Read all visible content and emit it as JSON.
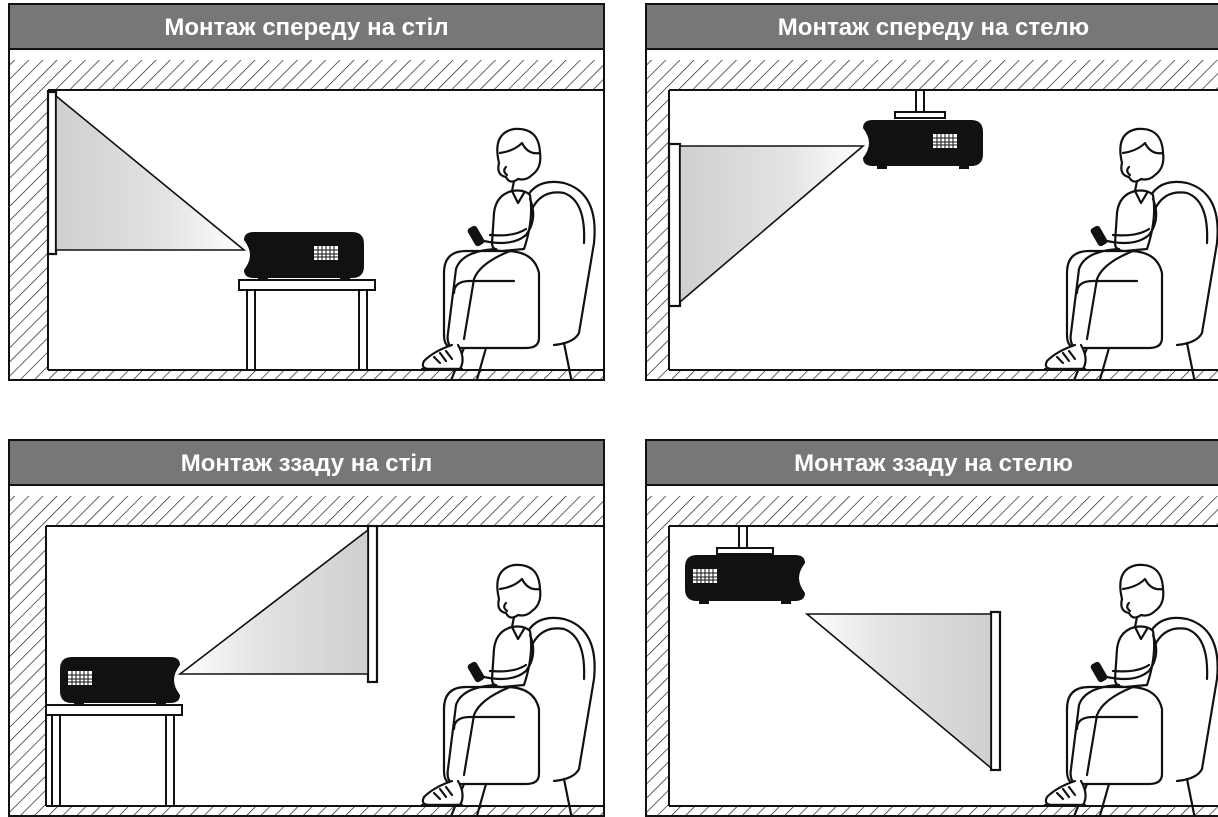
{
  "panels": [
    {
      "id": "front-table",
      "title": "Монтаж спереду на стіл"
    },
    {
      "id": "front-ceiling",
      "title": "Монтаж спереду на стелю"
    },
    {
      "id": "rear-table",
      "title": "Монтаж ззаду на стіл"
    },
    {
      "id": "rear-ceiling",
      "title": "Монтаж ззаду на стелю"
    }
  ],
  "colors": {
    "header_bg": "#777777",
    "header_text": "#ffffff",
    "ink": "#111111",
    "beam": "#d9d9d9"
  },
  "icons": [
    "projector-icon",
    "screen-icon",
    "table-icon",
    "ceiling-mount-icon",
    "person-in-armchair-icon",
    "remote-icon"
  ]
}
